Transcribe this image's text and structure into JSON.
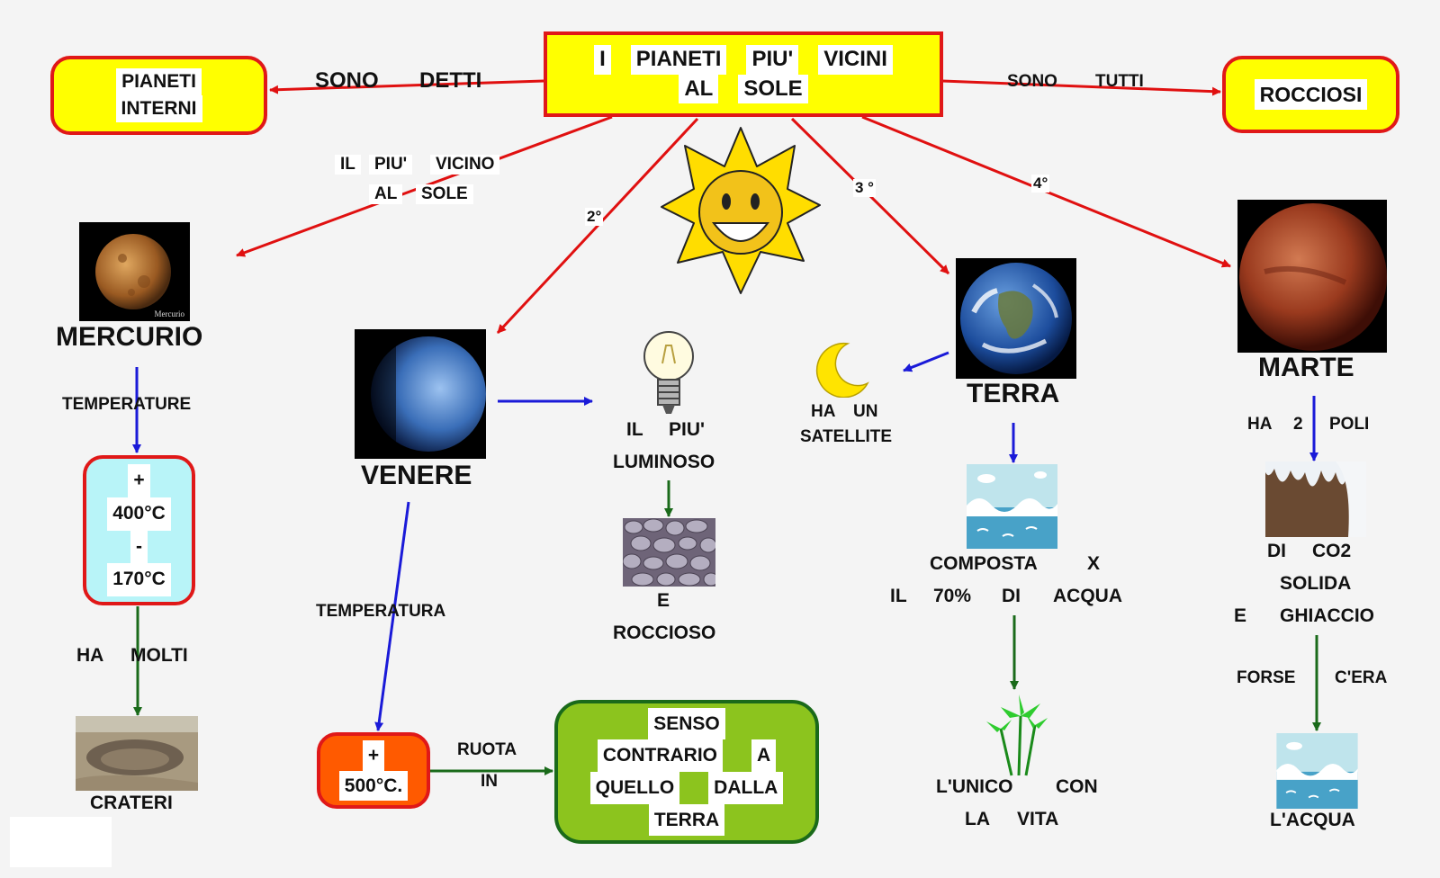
{
  "title": {
    "words": [
      "I",
      "PIANETI",
      "PIU'",
      "VICINI"
    ],
    "words2": [
      "AL",
      "SOLE"
    ]
  },
  "left_box": {
    "line1": "PIANETI",
    "line2": "INTERNI"
  },
  "right_box": {
    "label": "ROCCIOSI"
  },
  "links": {
    "sono": "SONO",
    "detti": "DETTI",
    "sono_tutti_1": "SONO",
    "sono_tutti_2": "TUTTI",
    "il_piu_vicino": [
      "IL",
      "PIU'",
      "VICINO"
    ],
    "al_sole": [
      "AL",
      "SOLE"
    ],
    "second": "2°",
    "third": "3 °",
    "fourth": "4°"
  },
  "mercurio": {
    "name": "MERCURIO",
    "image_caption": "Mercurio",
    "temp_label": "TEMPERATURE",
    "temp": [
      "+",
      "400°C",
      "-",
      "170°C"
    ],
    "ha": "HA",
    "molti": "MOLTI",
    "crateri": "CRATERI"
  },
  "venere": {
    "name": "VENERE",
    "luminoso": [
      "IL",
      "PIU'"
    ],
    "luminoso2": "LUMINOSO",
    "e": "E",
    "roccioso": "ROCCIOSO",
    "temperatura": "TEMPERATURA",
    "temp": [
      "+",
      "500°C."
    ],
    "ruota": "RUOTA",
    "in": "IN",
    "senso": [
      "SENSO",
      "CONTRARIO",
      "A",
      "QUELLO",
      "DALLA",
      "TERRA"
    ]
  },
  "terra": {
    "name": "TERRA",
    "satellite": [
      "HA",
      "UN"
    ],
    "satellite2": "SATELLITE",
    "composta": [
      "COMPOSTA",
      "X"
    ],
    "acqua": [
      "IL",
      "70%",
      "DI",
      "ACQUA"
    ],
    "unico": [
      "L'UNICO",
      "CON"
    ],
    "vita": [
      "LA",
      "VITA"
    ]
  },
  "marte": {
    "name": "MARTE",
    "poli": [
      "HA",
      "2",
      "POLI"
    ],
    "co2": [
      "DI",
      "CO2"
    ],
    "solida": "SOLIDA",
    "ghiaccio": [
      "E",
      "GHIACCIO"
    ],
    "forse": [
      "FORSE",
      "C'ERA"
    ],
    "acqua": "L'ACQUA"
  },
  "colors": {
    "red_arrow": "#e01010",
    "blue_arrow": "#1a1ad8",
    "green_arrow": "#1a6a1a",
    "yellow": "#ffff00",
    "cyan": "#b8f4f8",
    "orange": "#ff5a00",
    "green_box": "#8cc41e"
  }
}
